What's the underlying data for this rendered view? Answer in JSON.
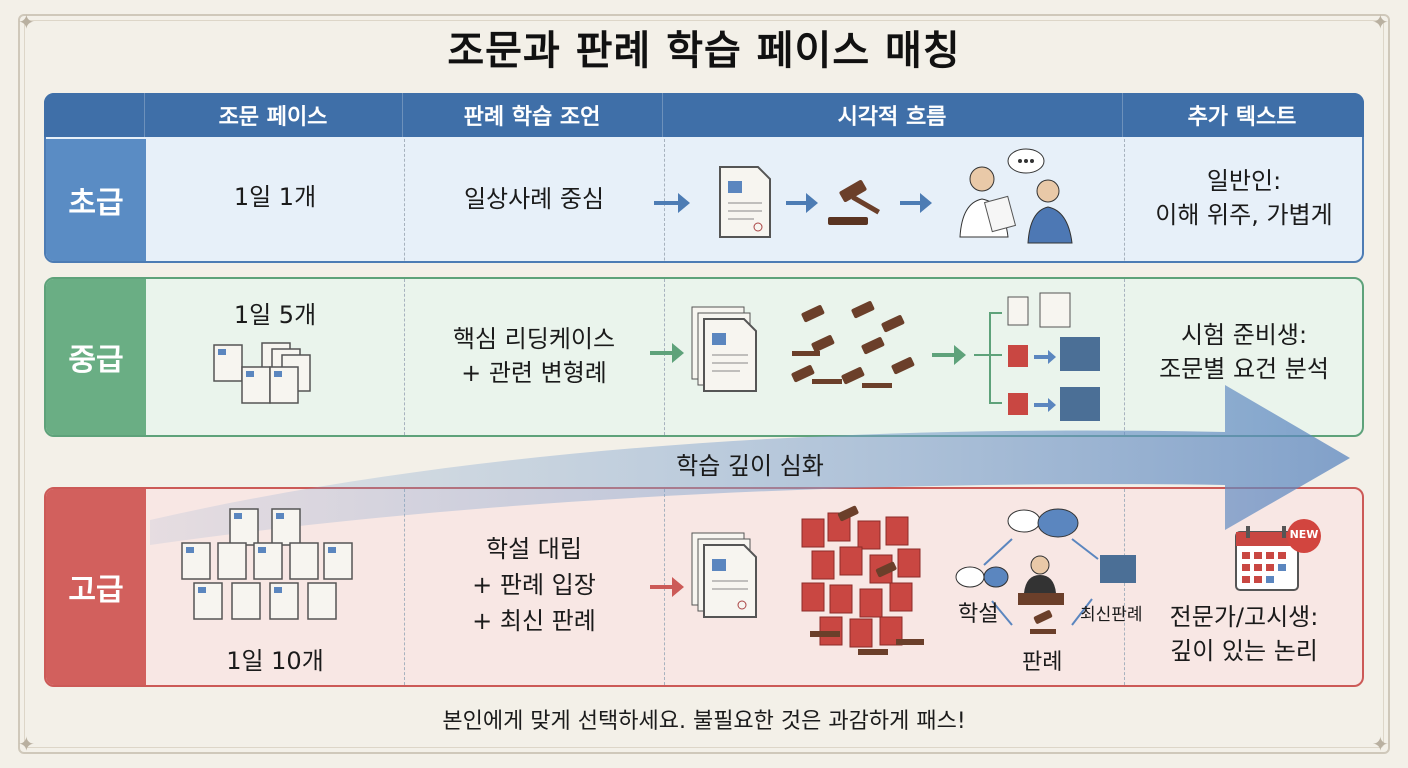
{
  "title": "조문과 판례 학습 페이스 매칭",
  "header": {
    "col_pace": "조문 페이스",
    "col_advice": "판례 학습 조언",
    "col_flow": "시각적 흐름",
    "col_extra": "추가 텍스트"
  },
  "rows": [
    {
      "level": "초급",
      "pace": "1일 1개",
      "advice": [
        "일상사례 중심"
      ],
      "extra": [
        "일반인:",
        "이해 위주, 가볍게"
      ],
      "accent": "#4d7cb4"
    },
    {
      "level": "중급",
      "pace": "1일 5개",
      "advice": [
        "핵심 리딩케이스",
        "+ 관련 변형례"
      ],
      "extra": [
        "시험 준비생:",
        "조문별 요건 분석"
      ],
      "accent": "#5ea27a"
    },
    {
      "level": "고급",
      "pace": "1일 10개",
      "advice": [
        "학설 대립",
        "+ 판례 입장",
        "+ 최신 판례"
      ],
      "extra": [
        "전문가/고시생:",
        "깊이 있는 논리"
      ],
      "accent": "#cc5a57",
      "cycle": {
        "theory": "학설",
        "latest": "최신판례",
        "precedent": "판례"
      },
      "badge": "NEW"
    }
  ],
  "band_label": "학습 깊이 심화",
  "footer": "본인에게 맞게 선택하세요. 불필요한 것은 과감하게 패스!"
}
